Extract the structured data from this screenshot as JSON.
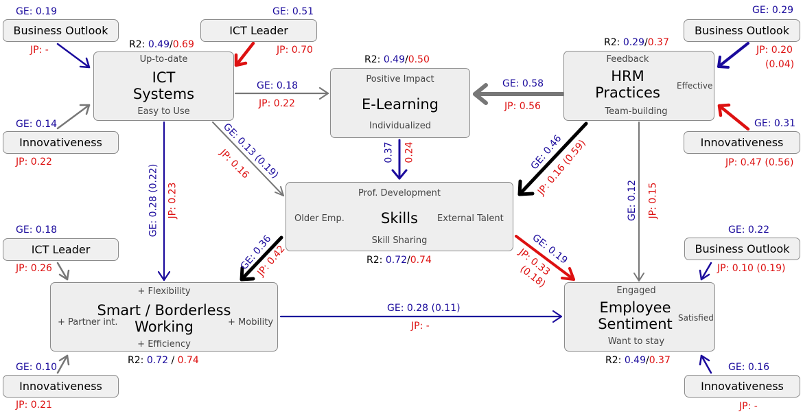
{
  "colors": {
    "ge": "#1a0a9c",
    "jp": "#dd1111",
    "gray_arrow": "#777777",
    "black_arrow": "#000000"
  },
  "constructs": {
    "ict": {
      "top": "Up-to-date",
      "main1": "ICT",
      "main2": "Systems",
      "bottom": "Easy to Use",
      "r2_label": "R2:",
      "r2_ge": "0.49",
      "r2_sep": "/",
      "r2_jp": "0.69"
    },
    "elearning": {
      "top": "Positive Impact",
      "main": "E-Learning",
      "bottom": "Individualized",
      "r2_label": "R2:",
      "r2_ge": "0.49",
      "r2_sep": "/",
      "r2_jp": "0.50"
    },
    "hrm": {
      "top": "Feedback",
      "main1": "HRM",
      "main2": "Practices",
      "right": "Effective",
      "bottom": "Team-building",
      "r2_label": "R2:",
      "r2_ge": "0.29",
      "r2_sep": "/",
      "r2_jp": "0.37"
    },
    "skills": {
      "top": "Prof. Development",
      "main": "Skills",
      "left": "Older Emp.",
      "right": "External Talent",
      "bottom": "Skill Sharing",
      "r2_label": "R2:",
      "r2_ge": "0.72",
      "r2_sep": "/",
      "r2_jp": "0.74"
    },
    "smart": {
      "top": "+ Flexibility",
      "main1": "Smart / Borderless",
      "main2": "Working",
      "left": "+ Partner int.",
      "right": "+ Mobility",
      "bottom": "+ Efficiency",
      "r2_label": "R2:",
      "r2_ge": "0.72",
      "r2_sep": "/",
      "r2_jp": "0.74"
    },
    "sentiment": {
      "top": "Engaged",
      "main1": "Employee",
      "main2": "Sentiment",
      "right": "Satisfied",
      "bottom": "Want to stay",
      "r2_label": "R2:",
      "r2_ge": "0.49",
      "r2_sep": "/",
      "r2_jp": "0.37"
    }
  },
  "externals": {
    "bo1": {
      "label": "Business Outlook",
      "ge": "GE: 0.19",
      "jp": "JP: -"
    },
    "icl1": {
      "label": "ICT Leader",
      "ge": "GE: 0.51",
      "jp": "JP: 0.70"
    },
    "inn1": {
      "label": "Innovativeness",
      "ge": "GE: 0.14",
      "jp": "JP: 0.22"
    },
    "bo2": {
      "label": "Business Outlook",
      "ge": "GE: 0.29",
      "jp1": "JP: 0.20",
      "jp2": "(0.04)"
    },
    "inn2": {
      "label": "Innovativeness",
      "ge": "GE: 0.31",
      "jp": "JP: 0.47 (0.56)"
    },
    "icl2": {
      "label": "ICT Leader",
      "ge": "GE: 0.18",
      "jp": "JP: 0.26"
    },
    "inn3": {
      "label": "Innovativeness",
      "ge": "GE: 0.10",
      "jp": "JP: 0.21"
    },
    "bo3": {
      "label": "Business Outlook",
      "ge": "GE: 0.22",
      "jp": "JP: 0.10 (0.19)"
    },
    "inn4": {
      "label": "Innovativeness",
      "ge": "GE: 0.16",
      "jp": "JP: -"
    }
  },
  "paths": {
    "ict_el": {
      "ge": "GE: 0.18",
      "jp": "JP: 0.22"
    },
    "hrm_el": {
      "ge": "GE: 0.58",
      "jp": "JP: 0.56"
    },
    "el_sk": {
      "ge": "0.37",
      "jp": "0.24"
    },
    "ict_sk": {
      "ge": "GE: 0.13 (0.19)",
      "jp": "JP: 0.16"
    },
    "ict_sm": {
      "ge": "GE: 0.28 (0.22)",
      "jp": "JP: 0.23"
    },
    "hrm_sk": {
      "ge": "GE: 0.46",
      "jp": "JP: 0.16 (0.59)"
    },
    "hrm_es": {
      "ge": "GE: 0.12",
      "jp": "JP: 0.15"
    },
    "sk_sm": {
      "ge": "GE: 0.36",
      "jp": "JP: 0.42"
    },
    "sk_es": {
      "ge": "GE: 0.19",
      "jp1": "JP: 0.33",
      "jp2": "(0.18)"
    },
    "sm_es": {
      "ge": "GE: 0.28 (0.11)",
      "jp": "JP: -"
    }
  }
}
